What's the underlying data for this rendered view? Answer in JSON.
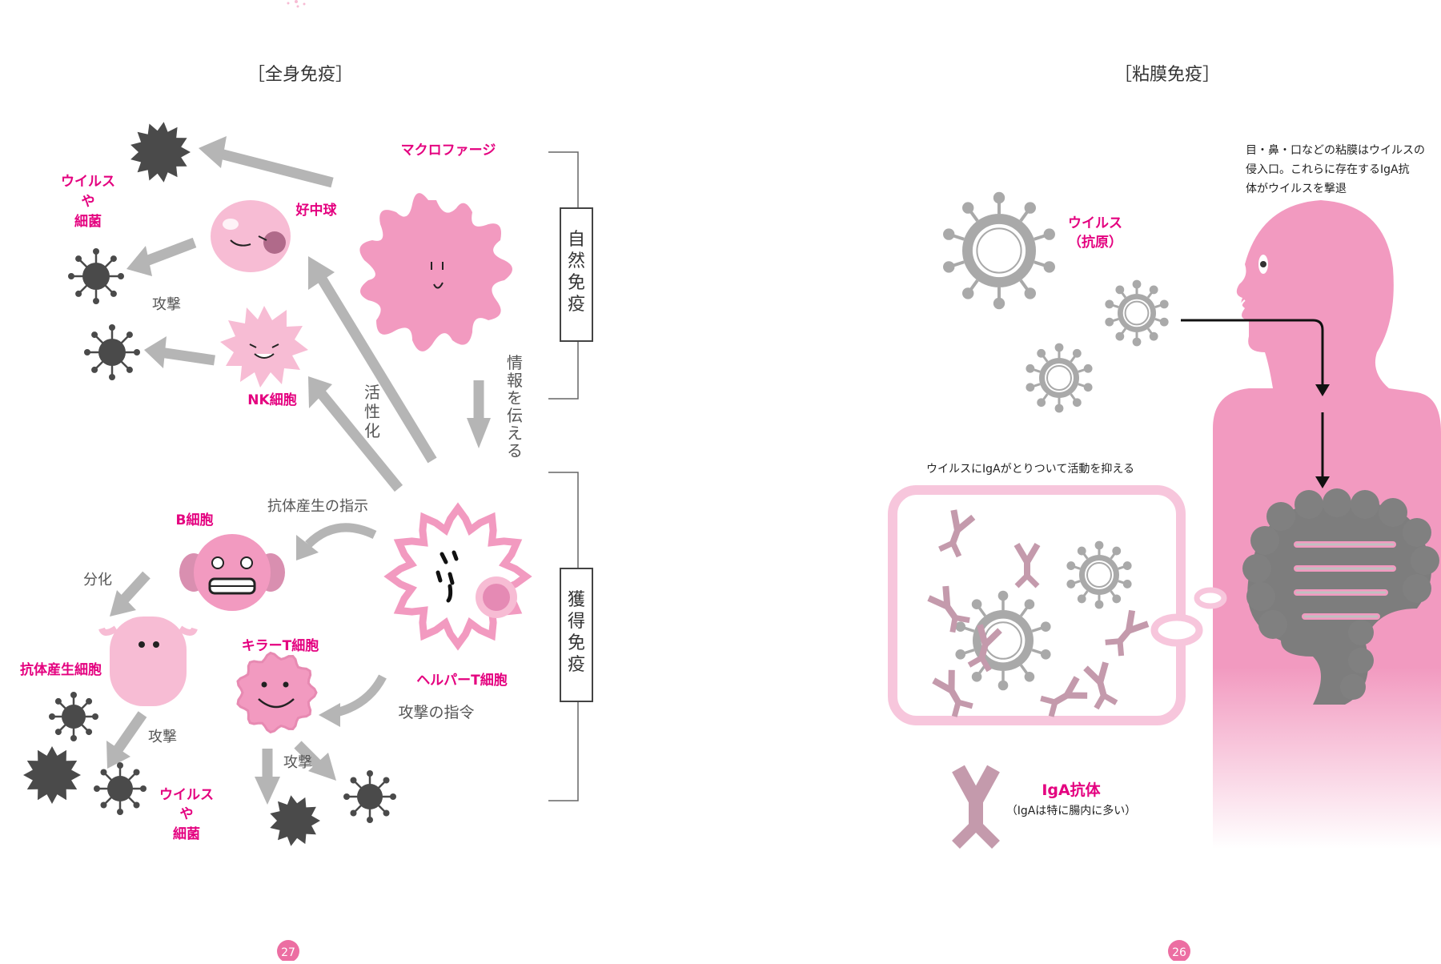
{
  "left_page": {
    "title": "［全身免疫］",
    "labels": {
      "macrophage": "マクロファージ",
      "neutrophil": "好中球",
      "nk_cell": "NK細胞",
      "virus_bacteria_top": [
        "ウイルス",
        "や",
        "細菌"
      ],
      "attack_1": "攻撃",
      "activate": "活性化",
      "pass_info": "情報を伝える",
      "antibody_instruction": "抗体産生の指示",
      "b_cell": "B細胞",
      "differentiate": "分化",
      "antibody_producing_cell": "抗体産生細胞",
      "killer_t": "キラーT細胞",
      "helper_t": "ヘルパーT細胞",
      "attack_order": "攻撃の指令",
      "attack_2": "攻撃",
      "attack_3": "攻撃",
      "virus_bacteria_bottom": [
        "ウイルス",
        "や",
        "細菌"
      ]
    },
    "brackets": {
      "innate": "自然免疫",
      "acquired": "獲得免疫"
    },
    "page_number": "27"
  },
  "right_page": {
    "title": "［粘膜免疫］",
    "virus_label": [
      "ウイルス",
      "（抗原）"
    ],
    "note": [
      "目・鼻・口などの粘膜はウイルスの",
      "侵入口。これらに存在するIgA抗",
      "体がウイルスを撃退"
    ],
    "zoom_caption": "ウイルスにIgAがとりついて活動を抑える",
    "iga_label": "IgA抗体",
    "iga_note": "（IgAは特に腸内に多い）",
    "page_number": "26"
  },
  "colors": {
    "pink": "#f29ac0",
    "pink_light": "#f7bcd4",
    "magenta": "#e4007f",
    "gray_arrow": "#b5b5b5",
    "dark_virus": "#4a4a4a",
    "light_virus": "#a9a9a9",
    "antibody": "#c49aac",
    "intestine": "#7d7d7d"
  },
  "icons": [
    "virus-icon",
    "bacteria-icon",
    "macrophage-icon",
    "neutrophil-icon",
    "nk-cell-icon",
    "b-cell-icon",
    "plasma-cell-icon",
    "killer-t-icon",
    "helper-t-icon",
    "iga-antibody-icon",
    "human-body-icon",
    "intestine-icon"
  ]
}
